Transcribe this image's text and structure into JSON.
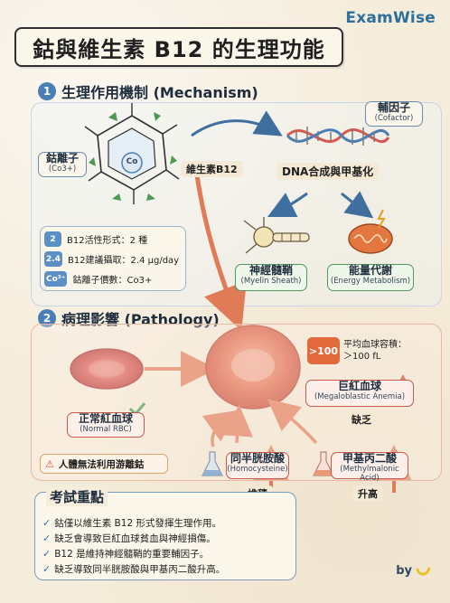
{
  "brand": "ExamWise",
  "title": "鈷與維生素 B12 的生理功能",
  "section1": {
    "number": "1",
    "title": "生理作用機制 (Mechanism)"
  },
  "section2": {
    "number": "2",
    "title": "病理影響 (Pathology)"
  },
  "cobalt_ion": {
    "label": "鈷離子",
    "sub": "(Co3+)",
    "center": "Co"
  },
  "vitamin_b12": "維生素B12",
  "cofactor": {
    "label": "輔因子",
    "sub": "(Cofactor)"
  },
  "dna": "DNA合成與甲基化",
  "myelin": {
    "label": "神經髓鞘",
    "sub": "(Myelin Sheath)"
  },
  "energy": {
    "label": "能量代謝",
    "sub": "(Energy Metabolism)"
  },
  "stats": [
    {
      "chip": "2",
      "text": "B12活性形式：2 種"
    },
    {
      "chip": "2.4",
      "text": "B12建議攝取：2.4 μg/day"
    },
    {
      "chip": "Co³⁺",
      "text": "鈷離子價數：Co3+"
    }
  ],
  "normal_rbc": {
    "label": "正常紅血球",
    "sub": "(Normal RBC)"
  },
  "mcv": {
    "chip": ">100",
    "line1": "平均血球容積：",
    "line2": "＞100 fL"
  },
  "megaloblastic": {
    "label": "巨紅血球",
    "sub": "(Megaloblastic Anemia)",
    "tag": "缺乏"
  },
  "homocysteine": {
    "label": "同半胱胺酸",
    "sub": "(Homocysteine)",
    "tag": "堆積"
  },
  "mma": {
    "label": "甲基丙二酸",
    "sub": "(Methylmalonic Acid)",
    "tag": "升高"
  },
  "warning": "人體無法利用游離鈷",
  "exam": {
    "title": "考試重點",
    "items": [
      "鈷僅以維生素 B12 形式發揮生理作用。",
      "缺乏會導致巨紅血球貧血與神經損傷。",
      "B12 是維持神經髓鞘的重要輔因子。",
      "缺乏導致同半胱胺酸與甲基丙二酸升高。"
    ]
  },
  "by": "by",
  "colors": {
    "accent_blue": "#4a7fb5",
    "accent_orange": "#e26a3c",
    "rbc_red": "#c9433b"
  }
}
